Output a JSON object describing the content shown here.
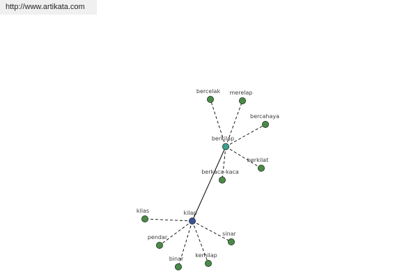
{
  "source": {
    "url": "http://www.artikata.com"
  },
  "colors": {
    "leaf": "#4a8a48",
    "hub_primary": "#3f4f9a",
    "hub_secondary": "#3aa08f",
    "edge": "#000000"
  },
  "graph": {
    "nodes": [
      {
        "id": "kilap",
        "label": "kilap",
        "kind": "hub-primary"
      },
      {
        "id": "berkilap",
        "label": "berkilap",
        "kind": "hub-secondary"
      },
      {
        "id": "kilas",
        "label": "kilas",
        "kind": "leaf"
      },
      {
        "id": "pendar",
        "label": "pendar",
        "kind": "leaf"
      },
      {
        "id": "binar",
        "label": "binar",
        "kind": "leaf"
      },
      {
        "id": "kemilap",
        "label": "kemilap",
        "kind": "leaf"
      },
      {
        "id": "sinar",
        "label": "sinar",
        "kind": "leaf"
      },
      {
        "id": "bercelak",
        "label": "bercelak",
        "kind": "leaf"
      },
      {
        "id": "merelap",
        "label": "merelap",
        "kind": "leaf"
      },
      {
        "id": "bercahaya",
        "label": "bercahaya",
        "kind": "leaf"
      },
      {
        "id": "berkilat",
        "label": "berkilat",
        "kind": "leaf"
      },
      {
        "id": "berkaca-kaca",
        "label": "berkaca-kaca",
        "kind": "leaf"
      }
    ],
    "edges": [
      {
        "from": "kilap",
        "to": "berkilap",
        "style": "solid"
      },
      {
        "from": "kilap",
        "to": "kilas",
        "style": "dashed"
      },
      {
        "from": "kilap",
        "to": "pendar",
        "style": "dashed"
      },
      {
        "from": "kilap",
        "to": "binar",
        "style": "dashed"
      },
      {
        "from": "kilap",
        "to": "kemilap",
        "style": "dashed"
      },
      {
        "from": "kilap",
        "to": "sinar",
        "style": "dashed"
      },
      {
        "from": "berkilap",
        "to": "bercelak",
        "style": "dashed"
      },
      {
        "from": "berkilap",
        "to": "merelap",
        "style": "dashed"
      },
      {
        "from": "berkilap",
        "to": "bercahaya",
        "style": "dashed"
      },
      {
        "from": "berkilap",
        "to": "berkilat",
        "style": "dashed"
      },
      {
        "from": "berkilap",
        "to": "berkaca-kaca",
        "style": "dashed"
      }
    ]
  }
}
